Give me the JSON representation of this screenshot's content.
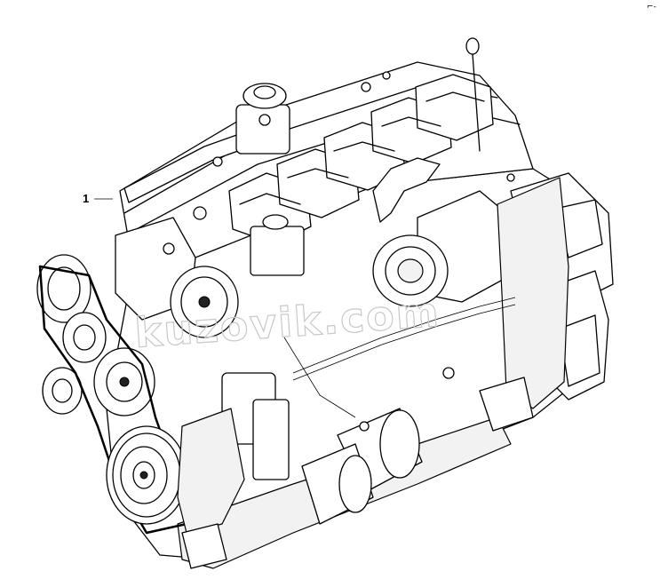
{
  "callouts": [
    {
      "label": "1"
    }
  ],
  "corner_mark": "⌐-",
  "watermark_text": "kuzovik.com",
  "icons": [
    "engine-assembly-illustration"
  ],
  "colors": {
    "line": "#000000",
    "background": "#ffffff",
    "watermark": "#c8c8c8"
  }
}
